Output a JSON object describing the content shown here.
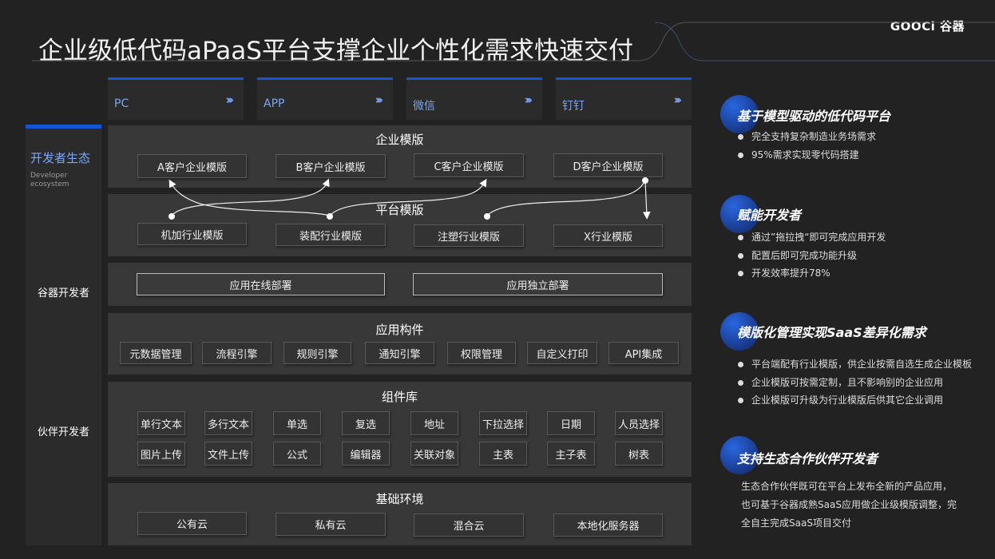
{
  "title": "企业级低代码aPaaS平台支撑企业个性化需求快速交付",
  "logo": "GOOCi 谷器",
  "channels": [
    {
      "label": "PC",
      "icon": "triple-chevron-right"
    },
    {
      "label": "APP",
      "icon": "triple-chevron-right"
    },
    {
      "label": "微信",
      "icon": "triple-chevron-right"
    },
    {
      "label": "钉钉",
      "icon": "triple-chevron-right"
    }
  ],
  "chevrons": "»»",
  "left": {
    "title": "开发者生态",
    "subtitle": "Developer ecosystem",
    "guqi": "谷器开发者",
    "partner": "伙伴开发者"
  },
  "enterprise": {
    "title": "企业模版",
    "items": [
      "A客户企业模版",
      "B客户企业模版",
      "C客户企业模版",
      "D客户企业模版"
    ]
  },
  "platform": {
    "title": "平台模版",
    "items": [
      "机加行业模版",
      "装配行业模版",
      "注塑行业模版",
      "X行业模版"
    ]
  },
  "deploy": {
    "items": [
      "应用在线部署",
      "应用独立部署"
    ]
  },
  "components": {
    "title": "应用构件",
    "items": [
      "元数据管理",
      "流程引擎",
      "规则引擎",
      "通知引擎",
      "权限管理",
      "自定义打印",
      "API集成"
    ]
  },
  "library": {
    "title": "组件库",
    "row1": [
      "单行文本",
      "多行文本",
      "单选",
      "复选",
      "地址",
      "下拉选择",
      "日期",
      "人员选择"
    ],
    "row2": [
      "图片上传",
      "文件上传",
      "公式",
      "编辑器",
      "关联对象",
      "主表",
      "主子表",
      "树表"
    ]
  },
  "base": {
    "title": "基础环境",
    "items": [
      "公有云",
      "私有云",
      "混合云",
      "本地化服务器"
    ]
  },
  "right": [
    {
      "title": "基于模型驱动的低代码平台",
      "items": [
        "完全支持复杂制造业务场需求",
        "95%需求实现零代码搭建"
      ]
    },
    {
      "title": "赋能开发者",
      "items": [
        "通过”拖拉拽“即可完成应用开发",
        "配置后即可完成功能升级",
        "开发效率提升78%"
      ]
    },
    {
      "title": "模版化管理实现SaaS差异化需求",
      "items": [
        "平台端配有行业模版，供企业按需自选生成企业模板",
        "企业模版可按需定制，且不影响别的企业应用",
        "企业模版可升级为行业模版后供其它企业调用"
      ]
    },
    {
      "title": "支持生态合作伙伴开发者",
      "lines": [
        "生态合作伙伴既可在平台上发布全新的产品应用，",
        "也可基于谷器成熟SaaS应用做企业级模版调整，完",
        "全自主完成SaaS项目交付"
      ]
    }
  ],
  "colors": {
    "accent": "#1656d6",
    "text_accent": "#7aa5f5",
    "bg": "#222222",
    "panel": "#383838"
  }
}
